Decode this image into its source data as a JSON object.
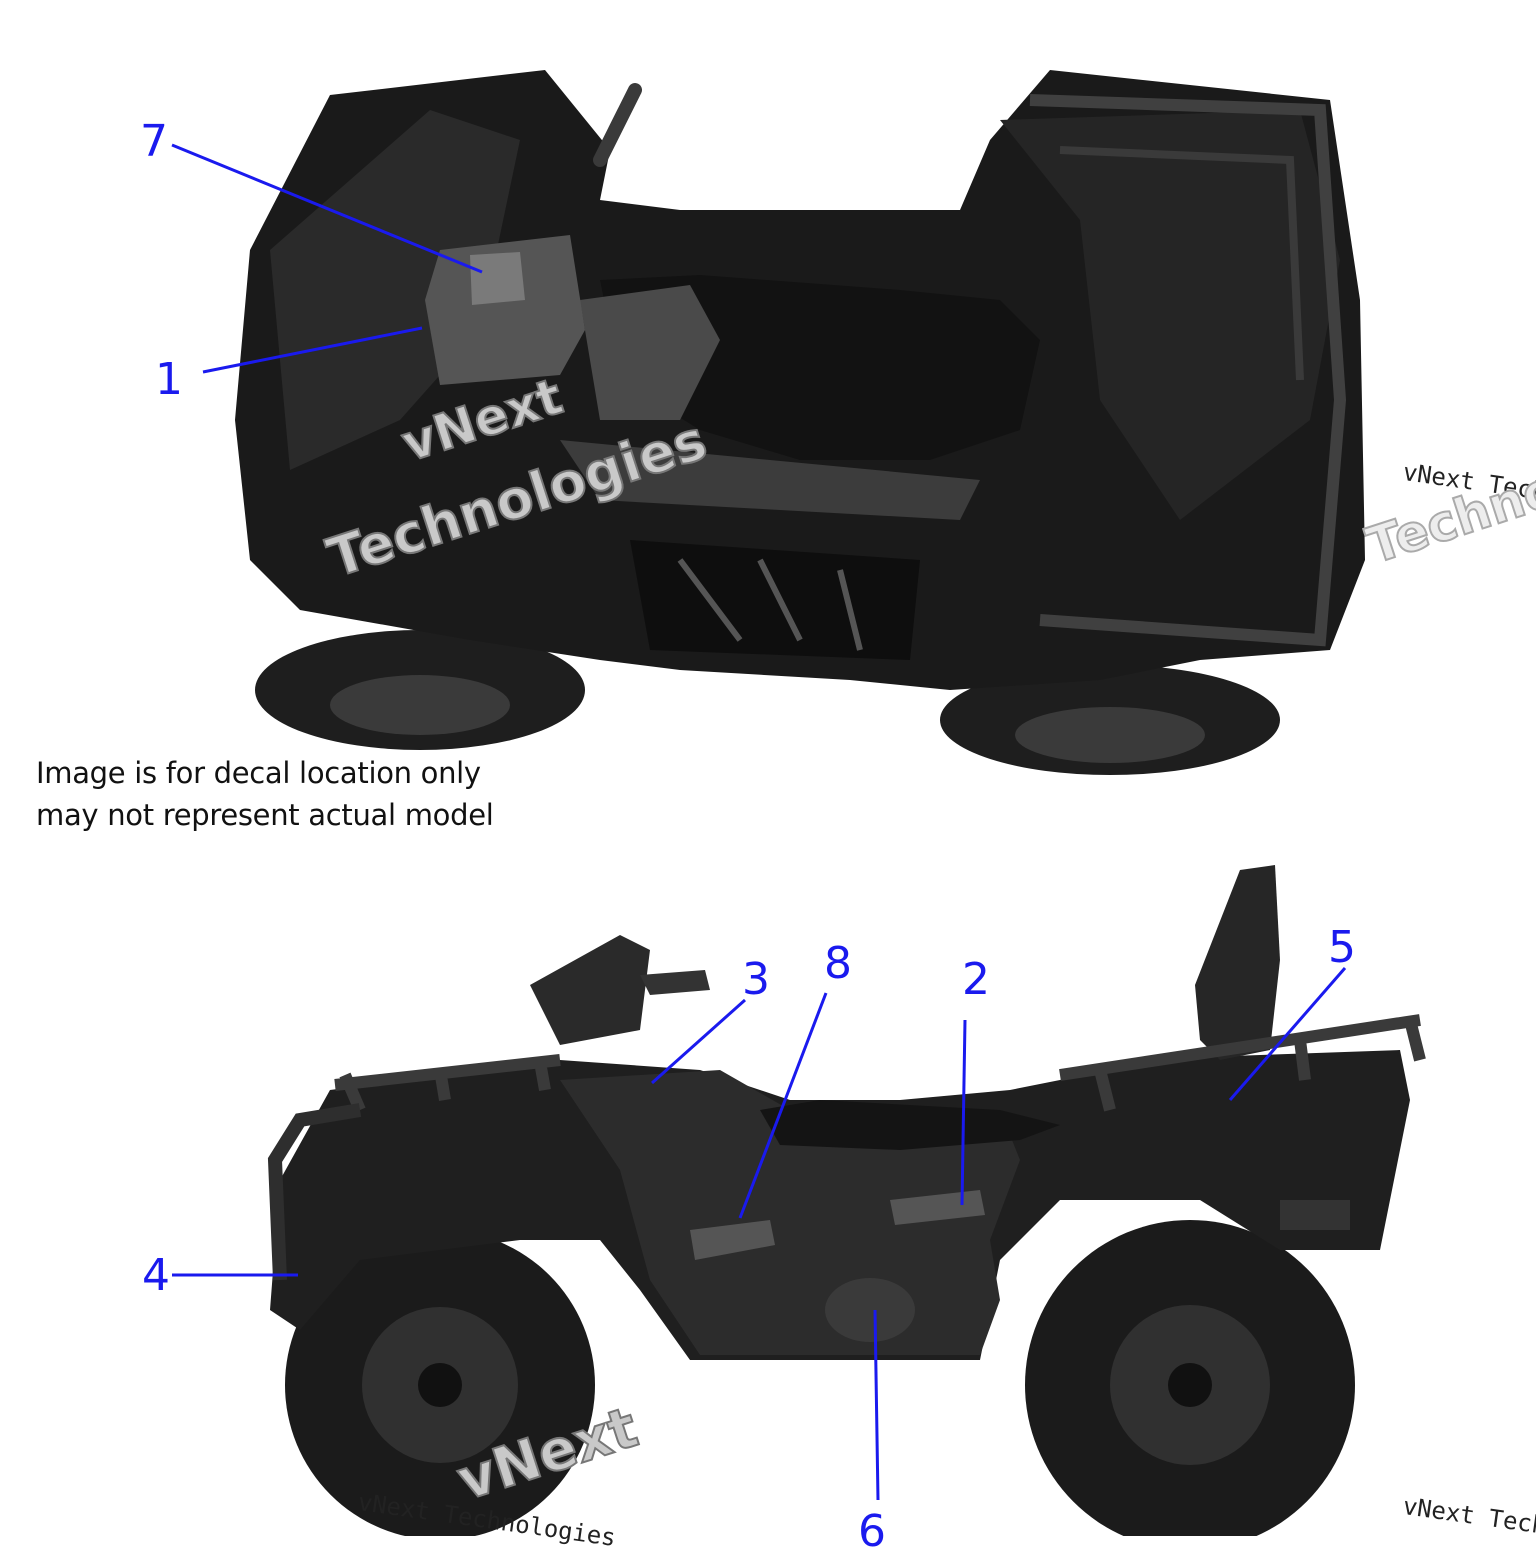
{
  "note": {
    "line1": "Image is for decal location only",
    "line2": "may not represent actual model"
  },
  "callouts": {
    "c1": "1",
    "c2": "2",
    "c3": "3",
    "c4": "4",
    "c5": "5",
    "c6": "6",
    "c7": "7",
    "c8": "8"
  },
  "watermark": {
    "brand": "vNext",
    "word": "Technologies",
    "small": "vNext Technologies"
  },
  "colors": {
    "callout": "#1a1aee",
    "body": "#1c1c1c"
  }
}
